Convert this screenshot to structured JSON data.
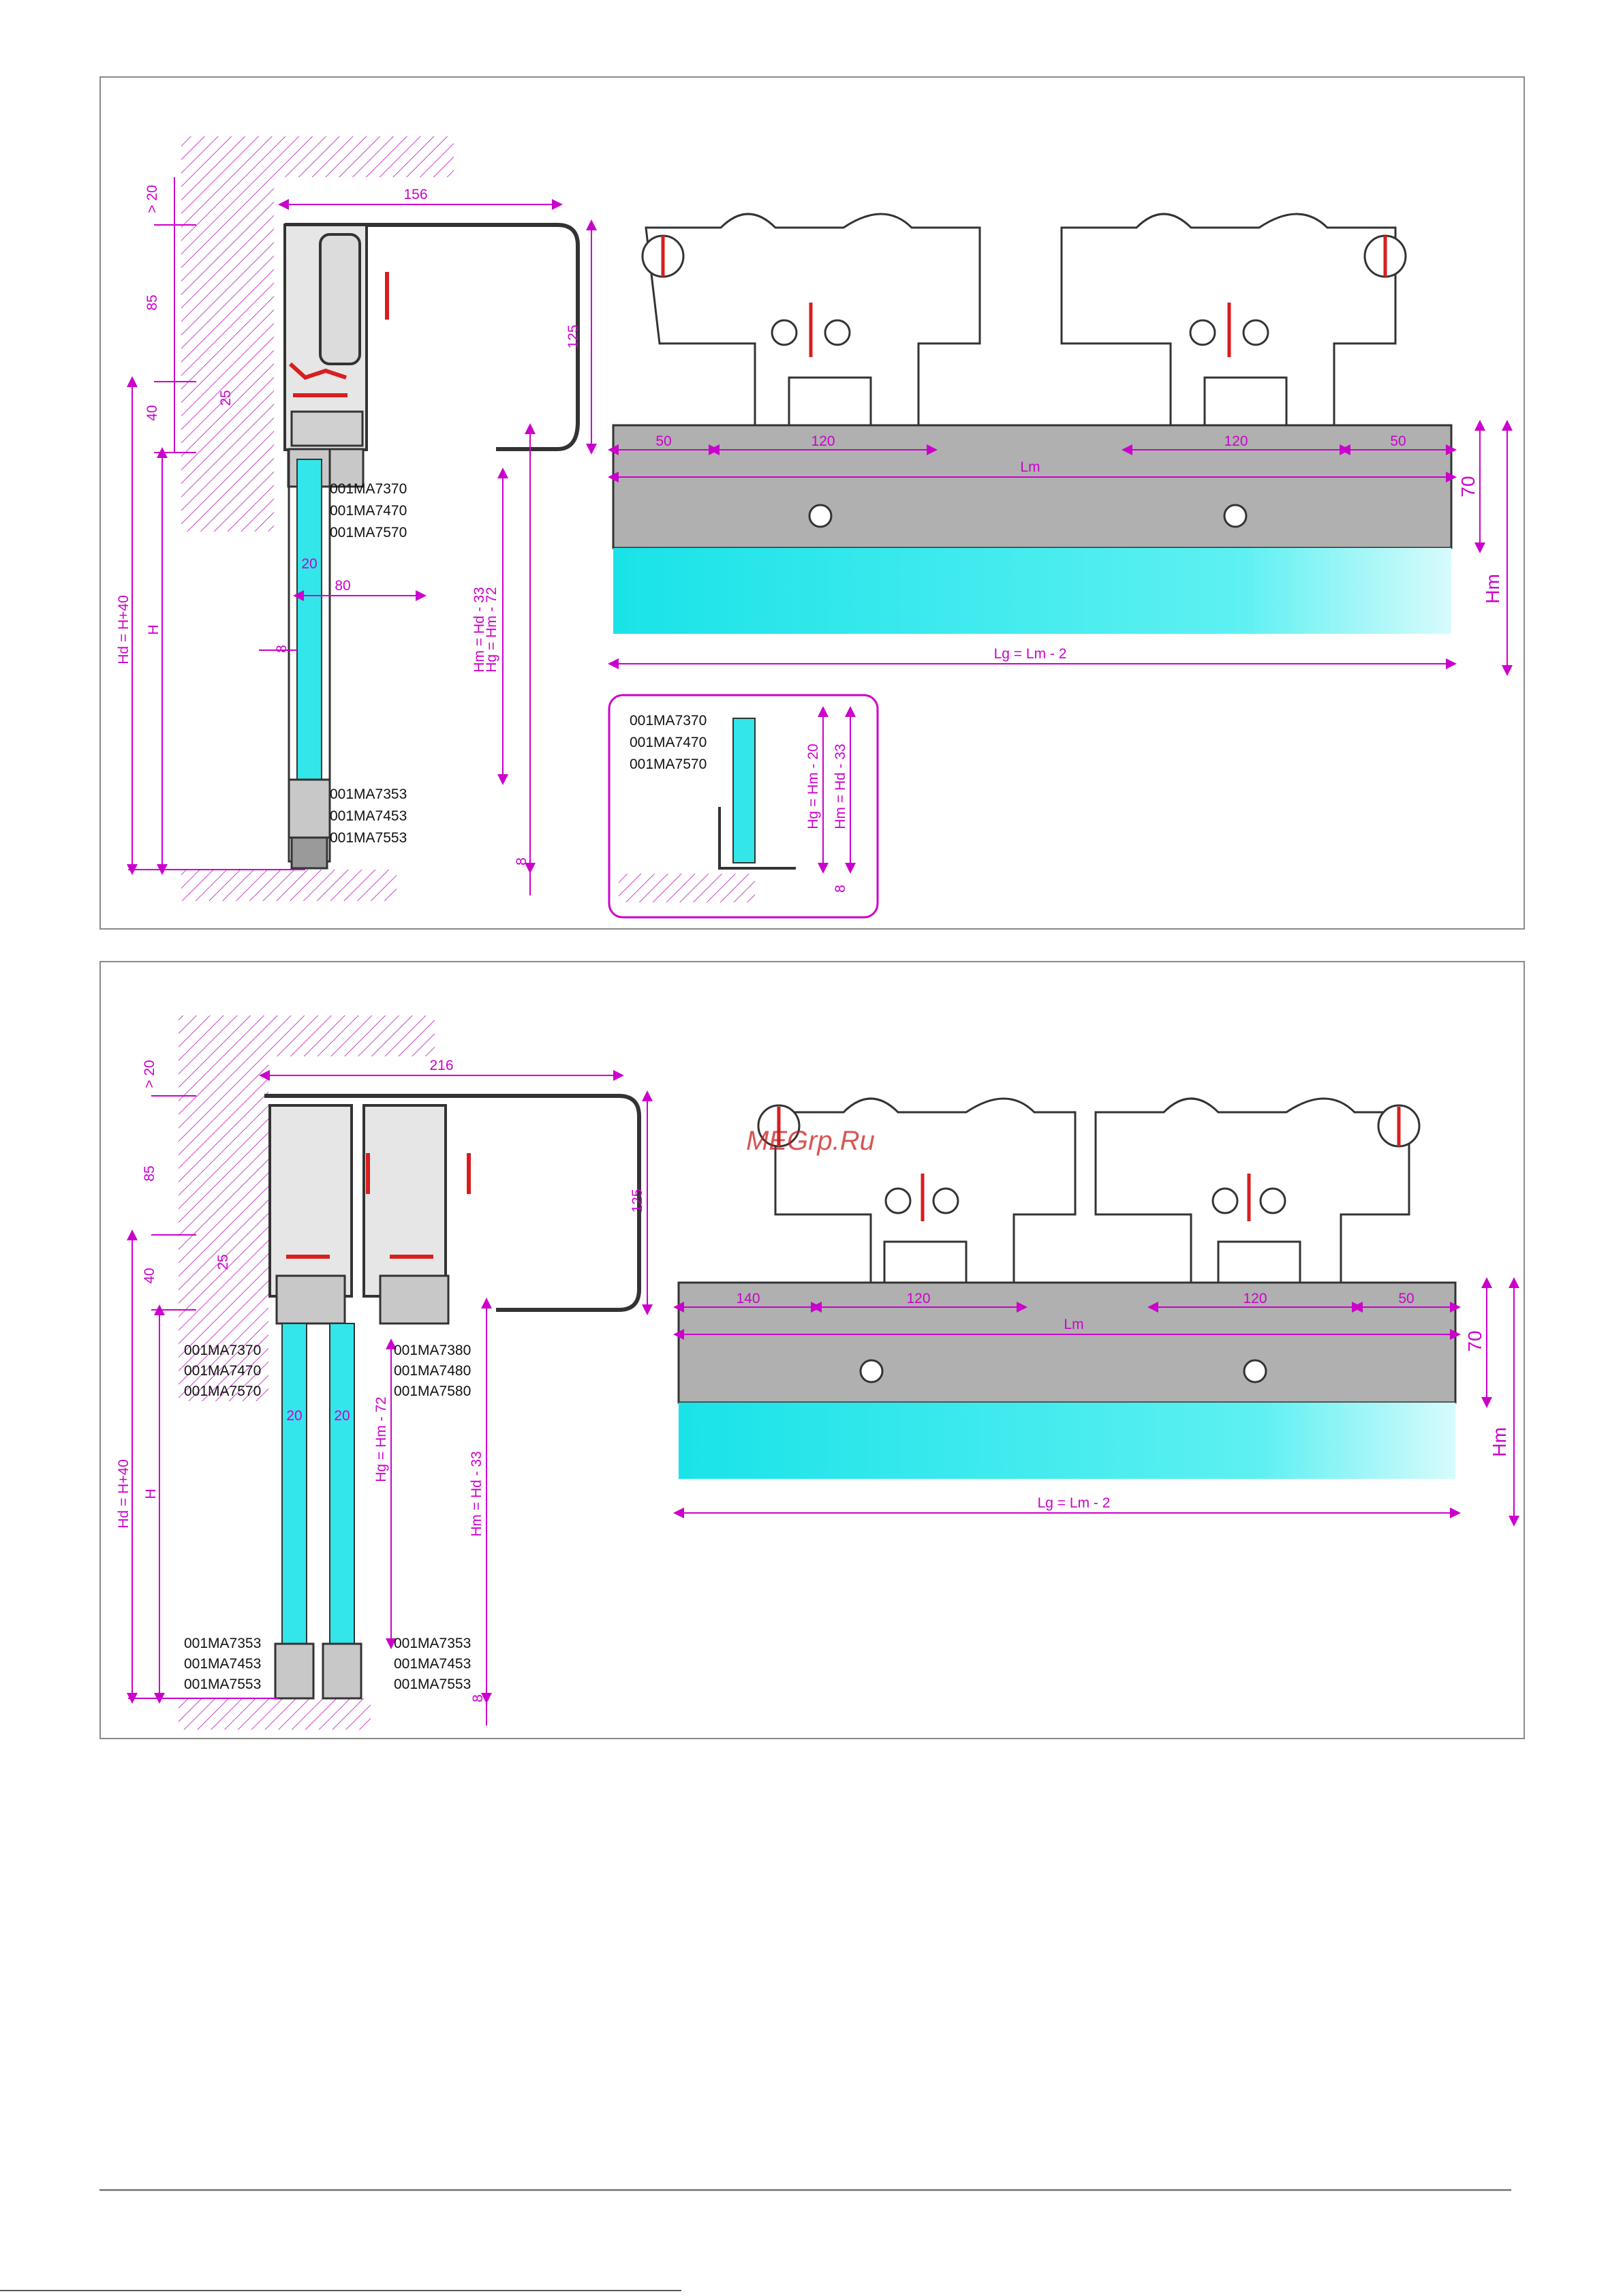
{
  "panel1": {
    "section": {
      "dim_top": "156",
      "dim_gt20": "> 20",
      "dim_85": "85",
      "dim_40": "40",
      "dim_25": "25",
      "dim_125": "125",
      "dim_20": "20",
      "dim_80": "80",
      "dim_8": "8",
      "dim_8b": "8",
      "dim_H": "H",
      "dim_Hd": "Hd = H+40",
      "dim_Hg": "Hg = Hm - 72",
      "dim_Hm": "Hm = Hd - 33",
      "codes_top": [
        "001MA7370",
        "001MA7470",
        "001MA7570"
      ],
      "codes_bottom": [
        "001MA7353",
        "001MA7453",
        "001MA7553"
      ]
    },
    "elevation": {
      "seg": [
        "50",
        "120",
        "120",
        "50"
      ],
      "lm": "Lm",
      "lg": "Lg = Lm - 2",
      "h70": "70",
      "hm": "Hm"
    },
    "detail": {
      "codes": [
        "001MA7370",
        "001MA7470",
        "001MA7570"
      ],
      "hg": "Hg = Hm - 20",
      "hm": "Hm = Hd - 33",
      "d8": "8"
    }
  },
  "panel2": {
    "section": {
      "dim_top": "216",
      "dim_gt20": "> 20",
      "dim_85": "85",
      "dim_40": "40",
      "dim_25": "25",
      "dim_125": "125",
      "dim_20a": "20",
      "dim_20b": "20",
      "dim_8": "8",
      "dim_H": "H",
      "dim_Hd": "Hd = H+40",
      "dim_Hg": "Hg = Hm - 72",
      "dim_Hm": "Hm = Hd - 33",
      "codes_top_left": [
        "001MA7370",
        "001MA7470",
        "001MA7570"
      ],
      "codes_top_right": [
        "001MA7380",
        "001MA7480",
        "001MA7580"
      ],
      "codes_bottom_left": [
        "001MA7353",
        "001MA7453",
        "001MA7553"
      ],
      "codes_bottom_right": [
        "001MA7353",
        "001MA7453",
        "001MA7553"
      ]
    },
    "elevation": {
      "seg": [
        "140",
        "120",
        "120",
        "50"
      ],
      "lm": "Lm",
      "lg": "Lg = Lm - 2",
      "h70": "70",
      "hm": "Hm"
    }
  },
  "watermark": "MEGrp.Ru",
  "colors": {
    "dimension": "#cc00cc",
    "glass": "#33e6ea",
    "rail": "#b0b0b0",
    "hatch": "#cc44cc",
    "arrow": "#d81e1e"
  }
}
